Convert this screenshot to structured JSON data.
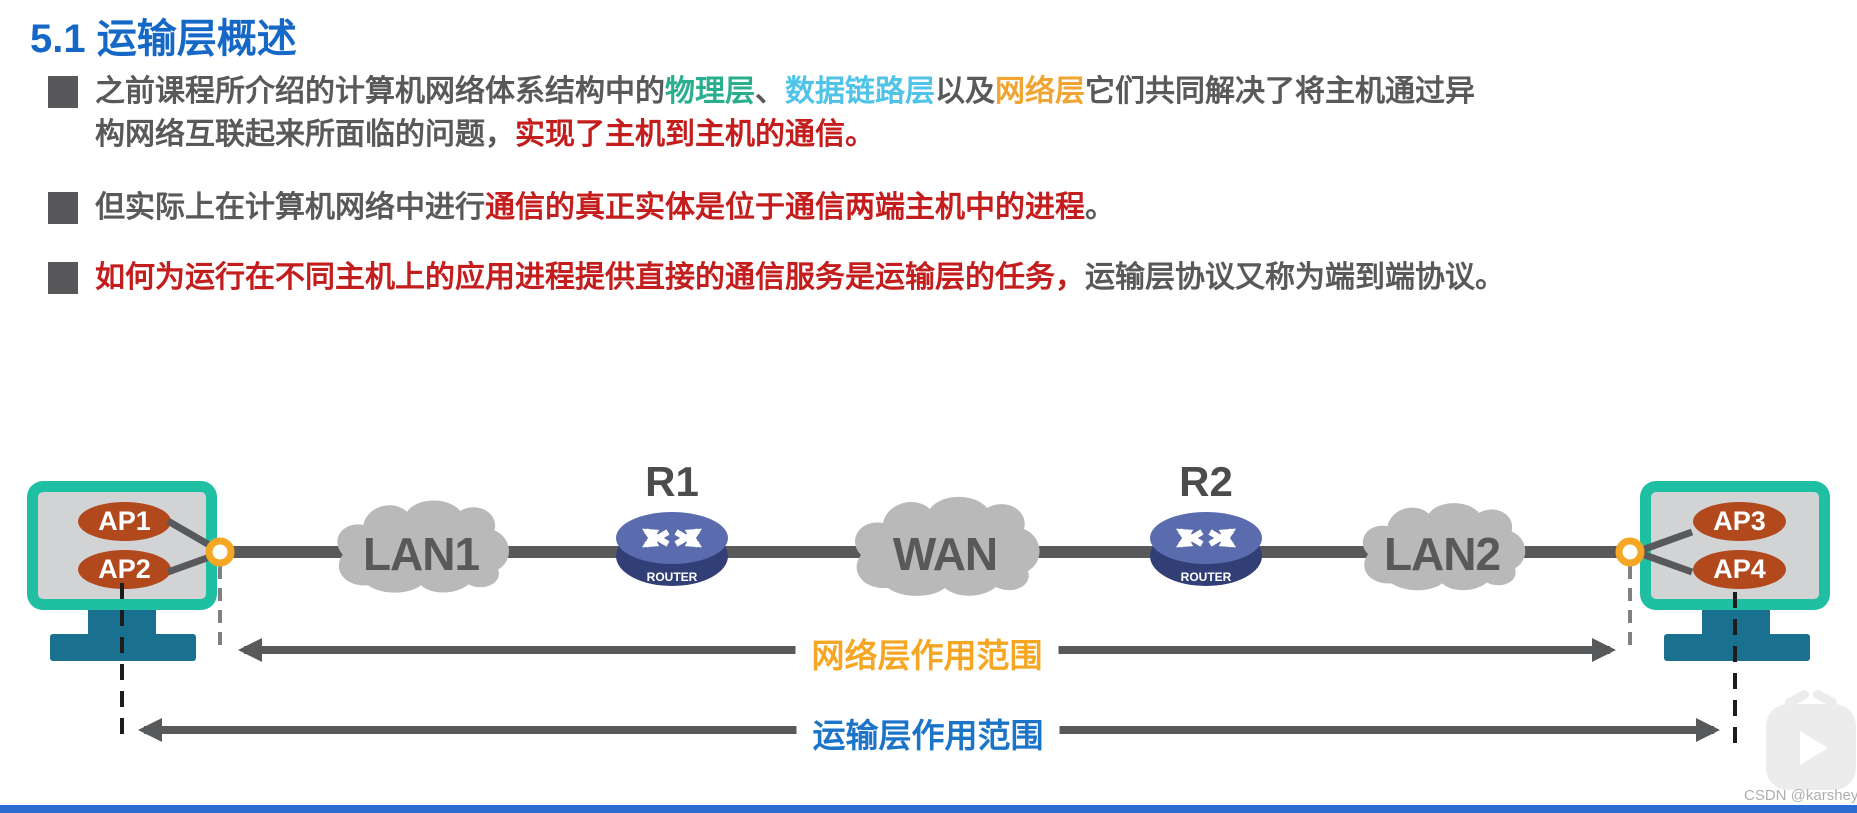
{
  "title": "5.1 运输层概述",
  "bullets": {
    "b1": {
      "line1_pre": "之前课程所介绍的计算机网络体系结构中的",
      "physical": "物理层",
      "sep1": "、",
      "datalink": "数据链路层",
      "mid": "以及",
      "network": "网络层",
      "line1_post": "它们共同解决了将主机通过异",
      "line2_pre": "构网络互联起来所面临的问题，",
      "line2_red": "实现了主机到主机的通信。"
    },
    "b2": {
      "pre": "但实际上在计算机网络中进行",
      "red": "通信的真正实体是位于通信两端主机中的进程",
      "post": "。"
    },
    "b3": {
      "red": "如何为运行在不同主机上的应用进程提供直接的通信服务是运输层的任务，",
      "post": "运输层协议又称为端到端协议。"
    }
  },
  "diagram": {
    "hosts": {
      "ap1": "AP1",
      "ap2": "AP2",
      "ap3": "AP3",
      "ap4": "AP4"
    },
    "clouds": {
      "lan1": "LAN1",
      "wan": "WAN",
      "lan2": "LAN2"
    },
    "routers": {
      "r1": "R1",
      "r2": "R2",
      "router_label": "ROUTER"
    },
    "ranges": {
      "network": "网络层作用范围",
      "transport": "运输层作用范围"
    }
  },
  "watermark": "CSDN @karshey",
  "colors": {
    "title_blue": "#1668c7",
    "body_gray": "#58595b",
    "highlight_red": "#c41d1d",
    "physical_teal": "#2aaf8e",
    "datalink_cyan": "#4fc4e8",
    "network_orange": "#f0a432",
    "range_network": "#f5a623",
    "range_transport": "#1b74c8",
    "monitor_teal": "#1fbfa4",
    "ap_oval": "#b2491c",
    "stand_blue": "#19718f",
    "router_top": "#5a6cae",
    "router_bottom": "#323f77",
    "cloud_gray": "#b9b9b9",
    "line_gray": "#58595b",
    "ring_orange": "#f5a623",
    "bottom_bar": "#2c6cd2"
  }
}
